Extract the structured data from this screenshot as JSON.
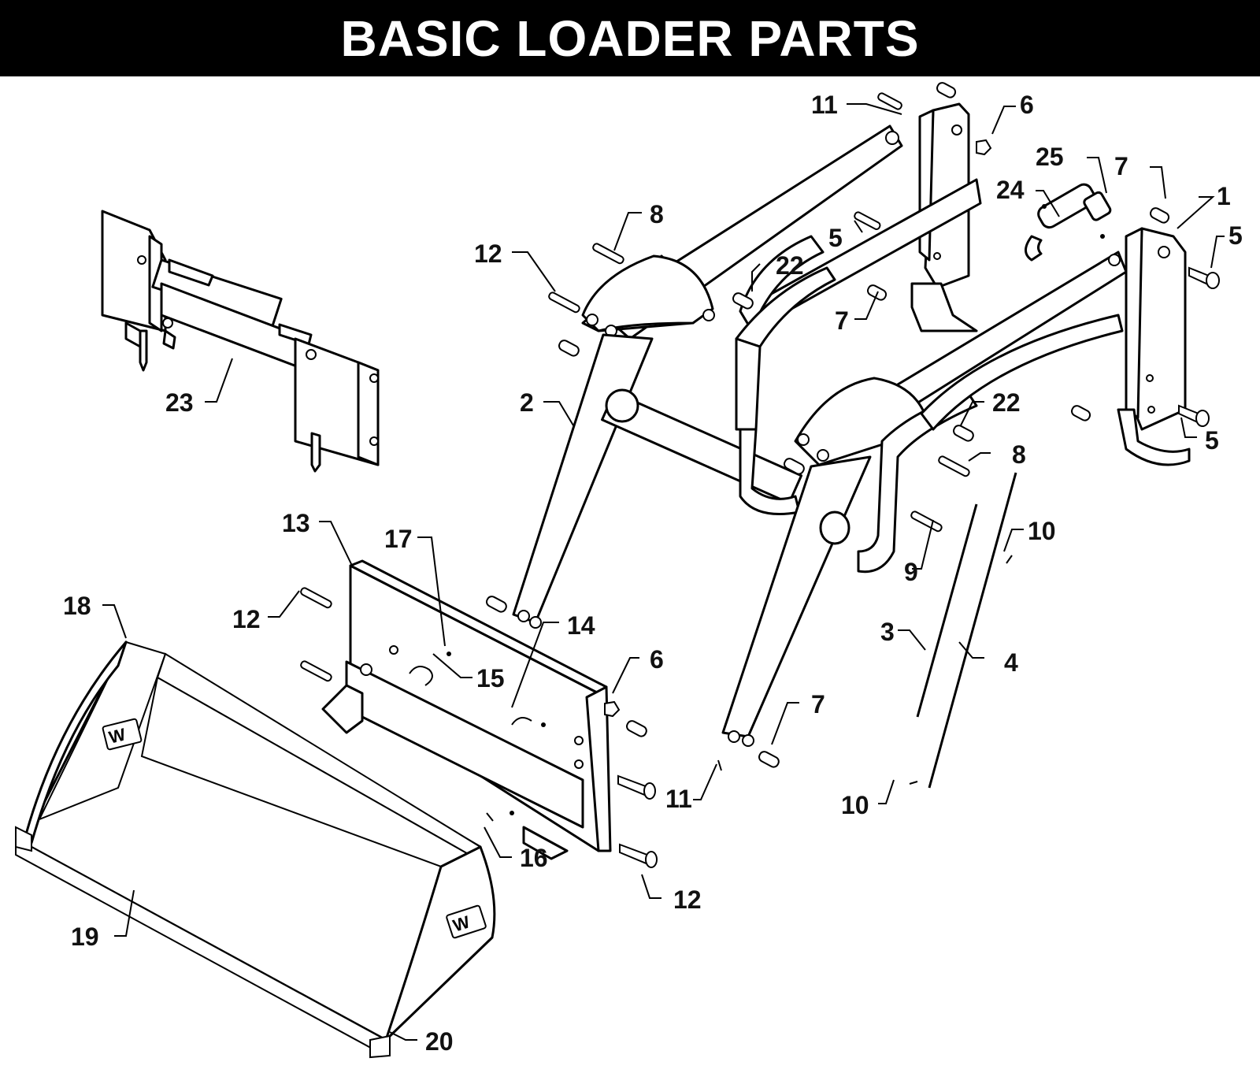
{
  "title": "BASIC LOADER PARTS",
  "colors": {
    "title_bg": "#000000",
    "title_fg": "#ffffff",
    "ink": "#000000"
  },
  "callouts": {
    "c11a": "11",
    "c6a": "6",
    "c25": "25",
    "c7a": "7",
    "c1": "1",
    "c24": "24",
    "c5a": "5",
    "c5b": "5",
    "c8a": "8",
    "c12a": "12",
    "c22a": "22",
    "c7b": "7",
    "c23": "23",
    "c2": "2",
    "c22b": "22",
    "c5c": "5",
    "c8b": "8",
    "c13": "13",
    "c17": "17",
    "c10a": "10",
    "c9": "9",
    "c18": "18",
    "c12b": "12",
    "c14": "14",
    "c3": "3",
    "c4": "4",
    "c6b": "6",
    "c15": "15",
    "c7c": "7",
    "c11b": "11",
    "c10b": "10",
    "c16": "16",
    "c12c": "12",
    "c19": "19",
    "c20": "20"
  }
}
